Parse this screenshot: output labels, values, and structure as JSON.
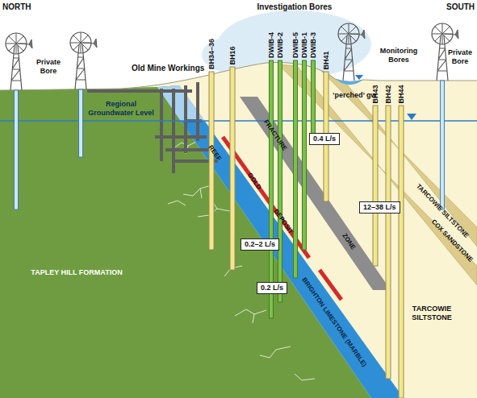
{
  "diagram": {
    "nodes": [
      {
        "text": [
          "0.4 L/s"
        ]
      },
      {
        "text": [
          "12–38 L/s"
        ]
      },
      {
        "text": [
          "0.2–2 L/s"
        ]
      },
      {
        "text": [
          "0.2 L/s"
        ]
      }
    ],
    "labels": [
      "NORTH",
      "Investigation Bores",
      "SOUTH",
      "Private Bore",
      "Private Bore",
      "BH34–36",
      "BH16",
      "DWIB-4",
      "DWIB-2",
      "DWIB-5",
      "DWIB-1",
      "DWIB-3",
      "BH41",
      "Monitoring Bores",
      "BH43",
      "BH42",
      "BH44",
      "Old Mine Workings",
      "‘perched’ gw",
      "Regional Groundwater Level",
      "REEF",
      "FRACTURE",
      "GOLD",
      "DEPOSIT",
      "ZONE",
      "TARCOWIE SILTSTONE",
      "COX SANDSTONE",
      "TAPLEY HILL FORMATION",
      "BRIGHTON LIMESTONE (MARBLE)",
      "TARCOWIE SILTSTONE"
    ]
  }
}
